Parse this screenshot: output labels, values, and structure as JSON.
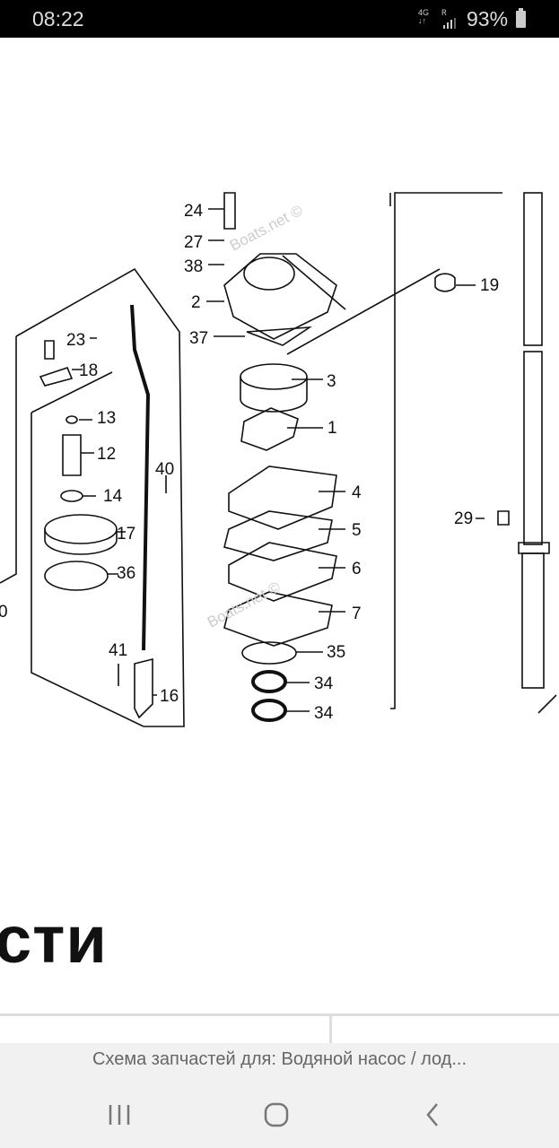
{
  "status_bar": {
    "time": "08:22",
    "network": "4G",
    "roaming": "R",
    "battery": "93%"
  },
  "diagram": {
    "watermark": "Boats.net ©",
    "labels": {
      "p24": "24",
      "p27": "27",
      "p38": "38",
      "p2": "2",
      "p37": "37",
      "p23": "23",
      "p18": "18",
      "p13": "13",
      "p12": "12",
      "p14": "14",
      "p17": "17",
      "p36": "36",
      "p40": "40",
      "p41": "41",
      "p16": "16",
      "p20": "0",
      "p3": "3",
      "p1": "1",
      "p4": "4",
      "p5": "5",
      "p6": "6",
      "p7": "7",
      "p35": "35",
      "p34a": "34",
      "p34b": "34",
      "p19": "19",
      "p29": "29"
    }
  },
  "heading_partial": "сти",
  "caption": "Схема запчастей для: Водяной насос / лод...",
  "nav": {
    "recents": "recents",
    "home": "home",
    "back": "back"
  }
}
